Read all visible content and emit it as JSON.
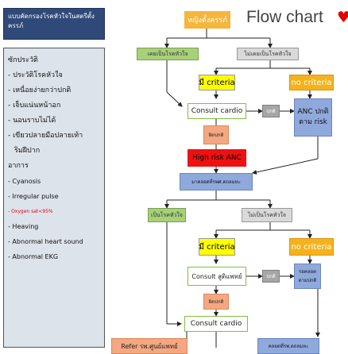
{
  "sidebar": {
    "header": "แบบคัดกรองโรคหัวใจในสตรีตั้งครรภ์",
    "items": [
      {
        "text": "ซักประวัติ",
        "style": "head"
      },
      {
        "text": "- ประวัติโรคหัวใจ",
        "style": "normal"
      },
      {
        "text": "- เหนื่อยง่ายกว่าปกติ",
        "style": "normal"
      },
      {
        "text": "- เจ็บแน่นหน้าอก",
        "style": "normal"
      },
      {
        "text": "- นอนราบไม่ได้",
        "style": "normal"
      },
      {
        "text": "- เขียวปลายมือปลายเท้า",
        "style": "normal"
      },
      {
        "text": "ริมฝีปาก",
        "style": "indent"
      },
      {
        "text": "อาการ",
        "style": "head"
      },
      {
        "text": "- Cyanosis",
        "style": "small"
      },
      {
        "text": "- Irregular pulse",
        "style": "small"
      },
      {
        "text": "- Oxygen sat<95%",
        "style": "red"
      },
      {
        "text": "- Heaving",
        "style": "small"
      },
      {
        "text": "- Abnormal heart sound",
        "style": "small"
      },
      {
        "text": "- Abnormal EKG",
        "style": "small"
      }
    ]
  },
  "flowchart": {
    "title": "Flow chart",
    "heart_icon": "♥",
    "start": "หญิงตั้งครรภ์",
    "history_yes": "เคยเป็นโรคหัวใจ",
    "history_no": "ไม่เคยเป็นโรคหัวใจ",
    "criteria_1": "มี criteria",
    "no_criteria_1": "no criteria",
    "consult_cardio_1": "Consult cardio",
    "normal_1": "ปกติ",
    "anc_normal_risk": "ANC ปกติ\nตาม risk",
    "abnormal_1": "ผิดปกติ",
    "high_risk_anc": "High risk ANC",
    "delivery_1": "มาคลอดที่รพศ.ตถลมหะ",
    "has_heart": "เป็นโรคหัวใจ",
    "no_heart": "ไม่เป็นโรคหัวใจ",
    "criteria_2": "มี criteria",
    "no_criteria_2": "no criteria",
    "consult_obgyn": "Consult สูติแพทย์",
    "normal_2": "ปกติ",
    "wait_delivery": "รอคลอด\nตามปกติ",
    "abnormal_2": "ผิดปกติ",
    "consult_cardio_2": "Consult cardio",
    "refer": "Refer รพ.ศูนย์แพทย์",
    "delivery_2": "คลอดที่รพ.ตถลมหะ"
  }
}
